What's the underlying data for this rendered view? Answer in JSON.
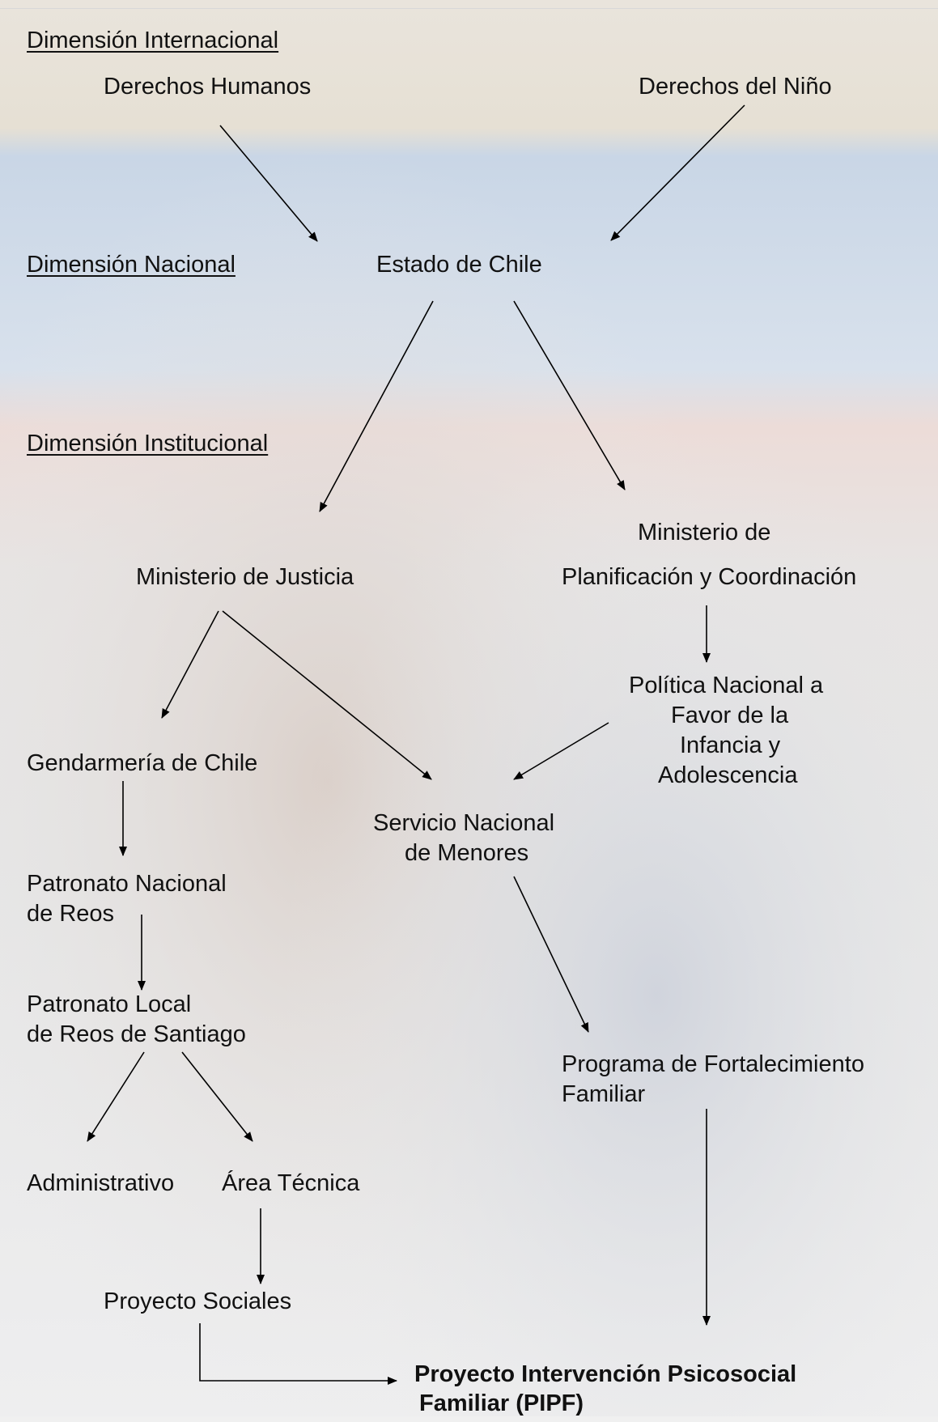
{
  "dimensions": {
    "internacional": "Dimensión Internacional",
    "nacional": "Dimensión Nacional",
    "institucional": "Dimensión Institucional"
  },
  "nodes": {
    "derechos_humanos": "Derechos Humanos",
    "derechos_nino": "Derechos del Niño",
    "estado_chile": "Estado de Chile",
    "ministerio_justicia": "Ministerio de Justicia",
    "ministerio_plan_l1": "Ministerio de",
    "ministerio_plan_l2": "Planificación y Coordinación",
    "politica_l1": "Política Nacional a",
    "politica_l2": "Favor de la",
    "politica_l3": "Infancia y",
    "politica_l4": "Adolescencia",
    "gendarmeria": "Gendarmería de Chile",
    "sename_l1": "Servicio Nacional",
    "sename_l2": "de Menores",
    "patronato_nac_l1": "Patronato Nacional",
    "patronato_nac_l2": "de Reos",
    "patronato_loc_l1": "Patronato Local",
    "patronato_loc_l2": "de Reos de Santiago",
    "programa_l1": "Programa de Fortalecimiento",
    "programa_l2": "Familiar",
    "administrativo": "Administrativo",
    "area_tecnica": "Área Técnica",
    "proyecto_sociales": "Proyecto Sociales",
    "pipf_l1": "Proyecto Intervención Psicosocial",
    "pipf_l2": "Familiar (PIPF)"
  },
  "colors": {
    "text": "#111111",
    "arrow": "#000000"
  }
}
